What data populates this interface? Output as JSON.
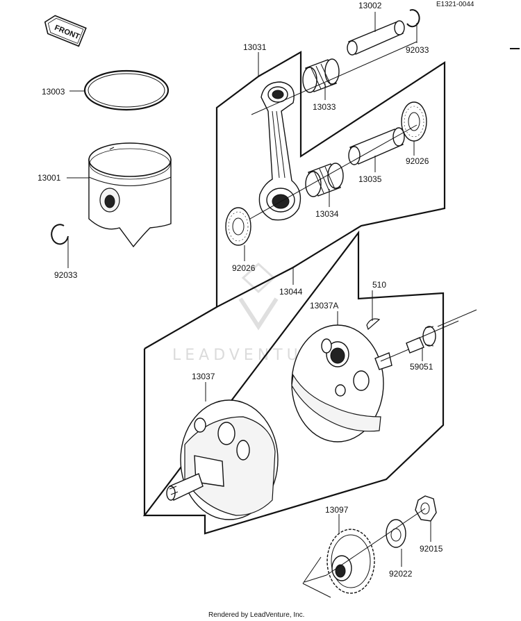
{
  "diagram_code": "E1321-0044",
  "front_label": "FRONT",
  "watermark": "LEADVENTU",
  "footer": "Rendered by LeadVenture, Inc.",
  "parts": [
    {
      "id": "13002"
    },
    {
      "id": "92033"
    },
    {
      "id": "13031"
    },
    {
      "id": "13003"
    },
    {
      "id": "13033"
    },
    {
      "id": "13001"
    },
    {
      "id": "92026"
    },
    {
      "id": "13035"
    },
    {
      "id": "13034"
    },
    {
      "id": "92033"
    },
    {
      "id": "92026"
    },
    {
      "id": "13044"
    },
    {
      "id": "510"
    },
    {
      "id": "13037A"
    },
    {
      "id": "59051"
    },
    {
      "id": "13037"
    },
    {
      "id": "13097"
    },
    {
      "id": "92015"
    },
    {
      "id": "92022"
    }
  ]
}
